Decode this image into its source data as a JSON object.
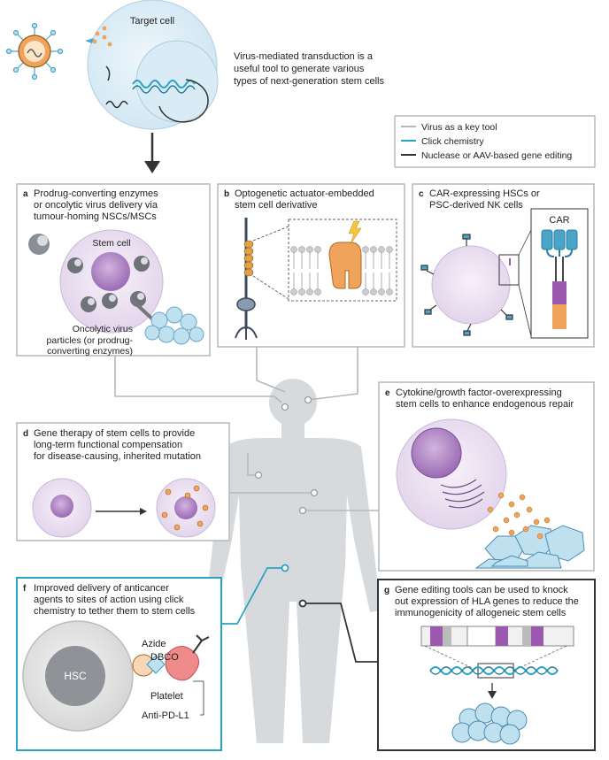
{
  "header": {
    "target_cell_label": "Target cell",
    "intro_text": [
      "Virus-mediated transduction is a",
      "useful tool to generate various",
      "types of next-generation stem cells"
    ]
  },
  "legend": [
    {
      "label": "Virus as a key tool",
      "color": "#b7b7b7"
    },
    {
      "label": "Click chemistry",
      "color": "#2aa3c3"
    },
    {
      "label": "Nuclease or AAV-based gene editing",
      "color": "#333333"
    }
  ],
  "panels": {
    "a": {
      "letter": "a",
      "lines": [
        "Prodrug-converting enzymes",
        "or oncolytic virus delivery via",
        "tumour-homing NSCs/MSCs"
      ],
      "stem_cell_label": "Stem cell",
      "particle_label": [
        "Oncolytic virus",
        "particles (or prodrug-",
        "converting enzymes)"
      ]
    },
    "b": {
      "letter": "b",
      "lines": [
        "Optogenetic actuator-embedded",
        "stem cell derivative"
      ]
    },
    "c": {
      "letter": "c",
      "lines": [
        "CAR-expressing HSCs or",
        "PSC-derived NK cells"
      ],
      "car_label": "CAR"
    },
    "d": {
      "letter": "d",
      "lines": [
        "Gene therapy of stem cells to provide",
        "long-term functional compensation",
        "for disease-causing, inherited mutation"
      ]
    },
    "e": {
      "letter": "e",
      "lines": [
        "Cytokine/growth factor-overexpressing",
        "stem cells to enhance endogenous repair"
      ]
    },
    "f": {
      "letter": "f",
      "lines": [
        "Improved delivery of anticancer",
        "agents to sites of action using click",
        "chemistry to tether them to stem cells"
      ],
      "hsc_label": "HSC",
      "azide_label": "Azide",
      "dbco_label": "DBCO",
      "platelet_label": "Platelet",
      "antipdl1_label": "Anti-PD-L1"
    },
    "g": {
      "letter": "g",
      "lines": [
        "Gene editing tools can be used to knock",
        "out expression of HLA genes to reduce the",
        "immunogenicity of allogeneic stem cells"
      ]
    }
  },
  "colors": {
    "virus": "#b7b7b7",
    "click": "#2aa3c3",
    "editing": "#333333",
    "stem_purple": "#b98fc9",
    "cell_fill": "#efe7f3",
    "tissue_blue": "#bfe0ef",
    "orange": "#f0a35a"
  }
}
